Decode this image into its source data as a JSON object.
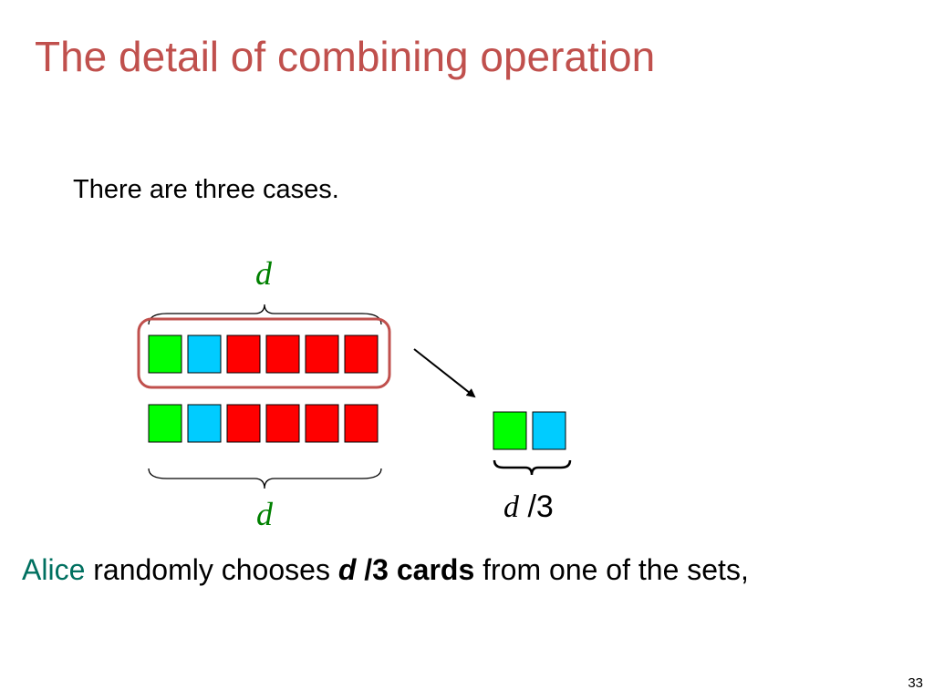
{
  "slide": {
    "title": "The detail of combining operation",
    "subtitle": "There are three cases.",
    "page_number": "33"
  },
  "colors": {
    "title": "#c0504d",
    "green_card": "#00ff00",
    "blue_card": "#00ccff",
    "red_card": "#ff0000",
    "label_green": "#008000",
    "highlight_box": "#c0504d",
    "alice": "#007060"
  },
  "diagram": {
    "set_top": [
      "green",
      "blue",
      "red",
      "red",
      "red",
      "red"
    ],
    "set_bottom": [
      "green",
      "blue",
      "red",
      "red",
      "red",
      "red"
    ],
    "chosen": [
      "green",
      "blue"
    ],
    "label_top": "d",
    "label_bottom": "d",
    "label_chosen_var": "d",
    "label_chosen_rest": " /3"
  },
  "caption": {
    "alice": "Alice",
    "text1": " randomly chooses ",
    "d": "d",
    "slash3": " /3",
    "cards": " cards",
    "text2": " from one of the sets,"
  }
}
